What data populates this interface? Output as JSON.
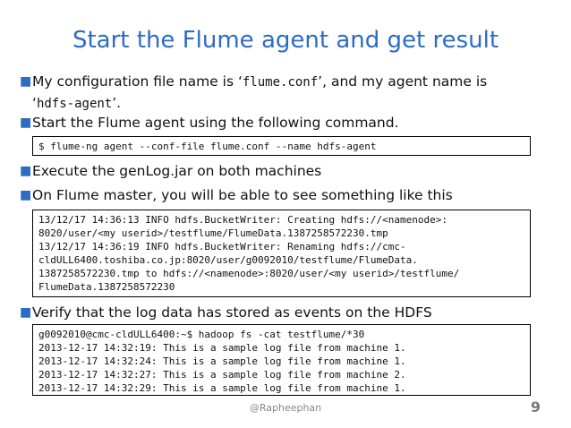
{
  "title": "Start the Flume agent and get result",
  "bullets": {
    "b1": {
      "pre": "My configuration file name is ‘",
      "conf": "flume.conf",
      "mid": "’, and my agent name is",
      "open": "‘",
      "agent": "hdfs-agent",
      "close": "’."
    },
    "b2": "Start the Flume agent using the following command.",
    "b3": "Execute the genLog.jar on both machines",
    "b4": "On Flume master, you will be able to see something like this",
    "b5": "Verify that the log data has stored as events on the HDFS"
  },
  "code1": {
    "line": "$ flume-ng agent --conf-file flume.conf --name hdfs-agent"
  },
  "code2": {
    "lines": [
      "13/12/17 14:36:13 INFO hdfs.BucketWriter: Creating hdfs://<namenode>:",
      "8020/user/<my userid>/testflume/FlumeData.1387258572230.tmp",
      "13/12/17 14:36:19 INFO hdfs.BucketWriter: Renaming hdfs://cmc-",
      "cldULL6400.toshiba.co.jp:8020/user/g0092010/testflume/FlumeData.",
      "1387258572230.tmp to hdfs://<namenode>:8020/user/<my userid>/testflume/",
      "FlumeData.1387258572230"
    ]
  },
  "code3": {
    "lines": [
      "g0092010@cmc-cldULL6400:~$ hadoop fs -cat testflume/*30",
      "2013-12-17 14:32:19: This is a sample log file from machine 1.",
      "2013-12-17 14:32:24: This is a sample log file from machine 1.",
      "2013-12-17 14:32:27: This is a sample log file from machine 2.",
      "2013-12-17 14:32:29: This is a sample log file from machine 1."
    ]
  },
  "footer": {
    "author": "@Rapheephan",
    "page": "9"
  },
  "colors": {
    "accent": "#2b6cc4"
  }
}
